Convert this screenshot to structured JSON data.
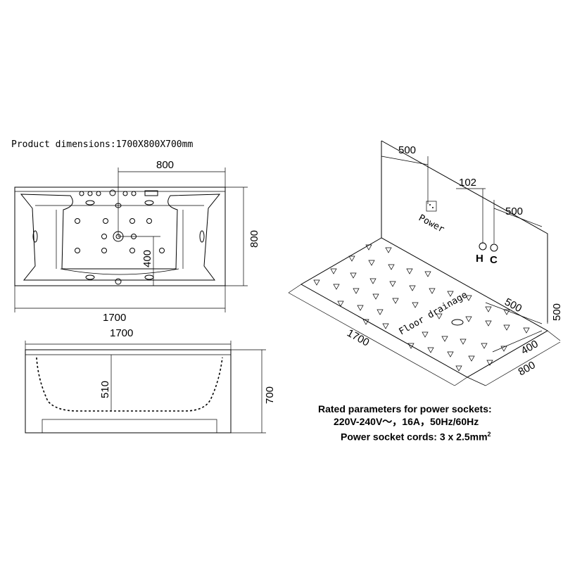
{
  "title": "Product dimensions:1700X800X700mm",
  "top_view": {
    "width_label": "1700",
    "depth_label": "800",
    "inner_label": "800",
    "center_label": "400"
  },
  "side_view": {
    "width_label": "1700",
    "height_label": "700",
    "depth_label": "510"
  },
  "install_view": {
    "labels": {
      "a500": "500",
      "a102": "102",
      "b500": "500",
      "power": "Power",
      "h": "H",
      "c": "C",
      "drain_500": "500",
      "height_500": "500",
      "d400": "400",
      "d800": "800",
      "length": "1700",
      "floor_drainage": "Floor drainage"
    }
  },
  "params": {
    "heading": "Rated parameters for power sockets:",
    "line1": "220V-240V～，16A，50Hz/60Hz",
    "line2_text": "Power socket cords: 3 x 2.5mm",
    "line2_sup": "2"
  }
}
